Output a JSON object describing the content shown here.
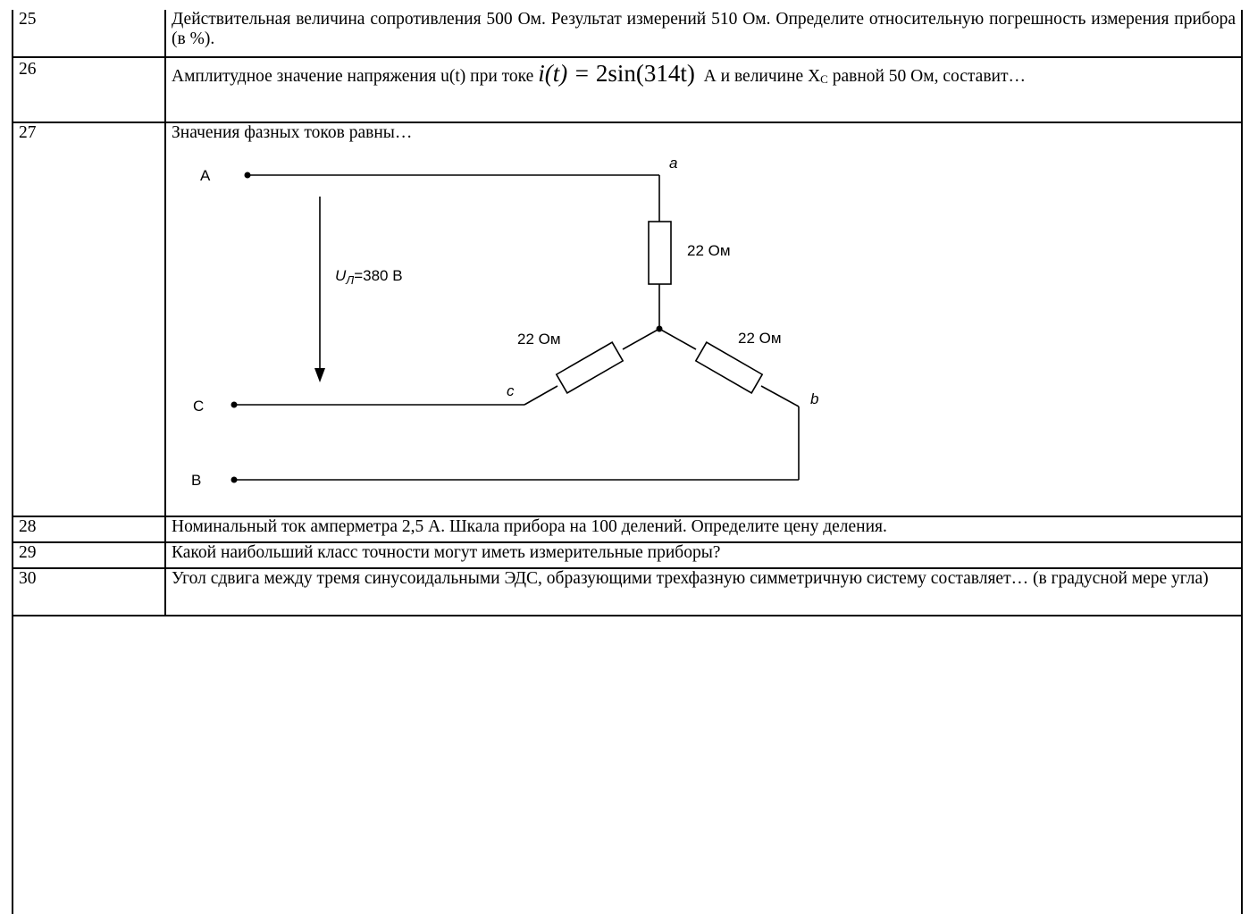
{
  "rows": [
    {
      "num": "25",
      "text": "Действительная величина сопротивления 500 Ом. Результат измерений 510 Ом. Определите относительную погрешность измерения прибора (в %)."
    },
    {
      "num": "26",
      "text_before": "Амплитудное значение напряжения u(t) при токе",
      "formula_lhs": "i(t) = ",
      "formula_rhs": "2sin(314t)",
      "text_mid": "А и величине X",
      "subscript": "C",
      "text_after": "равной 50 Ом, составит…"
    },
    {
      "num": "27",
      "text": "Значения фазных токов равны…"
    },
    {
      "num": "28",
      "text": "Номинальный ток амперметра 2,5 А. Шкала прибора на 100 делений. Определите цену деления."
    },
    {
      "num": "29",
      "text": "Какой наибольший класс точности могут иметь измерительные приборы?"
    },
    {
      "num": "30",
      "text": "Угол сдвига между тремя синусоидальными ЭДС, образующими трехфазную симметричную систему составляет… (в градусной мере угла)"
    }
  ],
  "diagram": {
    "terminal_a": "A",
    "terminal_b": "B",
    "terminal_c": "C",
    "node_a": "a",
    "node_b": "b",
    "node_c": "c",
    "resistor_a": "22 Ом",
    "resistor_b": "22 Ом",
    "resistor_c": "22 Ом",
    "voltage_symbol": "U",
    "voltage_sub": "Л",
    "voltage_value": "=380 В"
  }
}
